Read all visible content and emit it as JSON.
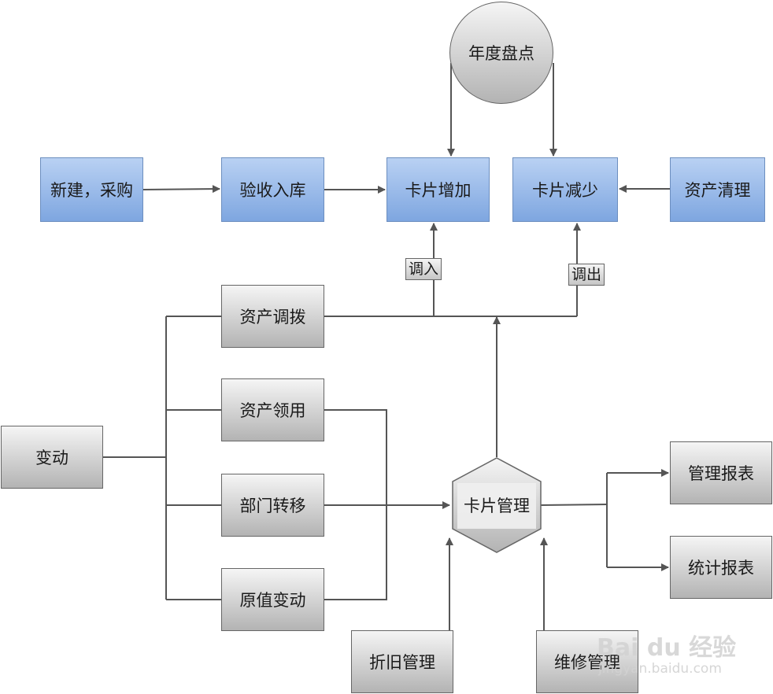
{
  "nodes": {
    "annual_inventory": "年度盘点",
    "new_purchase": "新建，采购",
    "receive_stock": "验收入库",
    "card_add": "卡片增加",
    "card_reduce": "卡片减少",
    "asset_cleanup": "资产清理",
    "asset_allocation": "资产调拨",
    "asset_requisition": "资产领用",
    "change": "变动",
    "dept_transfer": "部门转移",
    "original_value_change": "原值变动",
    "card_management": "卡片管理",
    "management_report": "管理报表",
    "statistics_report": "统计报表",
    "depreciation_management": "折旧管理",
    "maintenance_management": "维修管理"
  },
  "edge_labels": {
    "transfer_in": "调入",
    "transfer_out": "调出"
  },
  "watermark": {
    "logo": "Bai du 经验",
    "url": "jingyan.baidu.com"
  },
  "colors": {
    "blue_top": "#b9d1f3",
    "blue_bottom": "#7ea6e0",
    "gray_top": "#f5f5f5",
    "gray_bottom": "#b3b3b3",
    "line": "#555555"
  }
}
